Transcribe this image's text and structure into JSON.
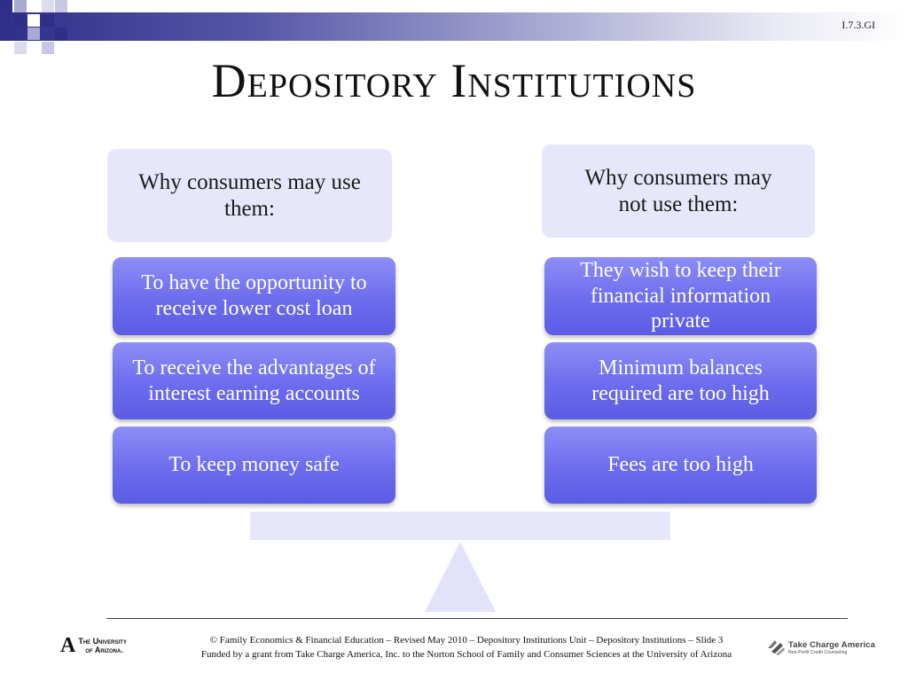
{
  "slide": {
    "code": "I.7.3.GI",
    "title": "Depository Institutions"
  },
  "left": {
    "heading": [
      "Why consumers may use",
      "them:"
    ],
    "items": [
      [
        "To have the opportunity to",
        "receive lower cost loan"
      ],
      [
        "To receive the advantages of",
        "interest earning accounts"
      ],
      [
        "To keep money safe"
      ]
    ]
  },
  "right": {
    "heading": [
      "Why consumers may",
      "not use them:"
    ],
    "items": [
      [
        "They wish to keep their",
        "financial information",
        "private"
      ],
      [
        "Minimum balances",
        "required are too high"
      ],
      [
        "Fees are too high"
      ]
    ]
  },
  "footer": {
    "line1": "© Family Economics & Financial Education – Revised May 2010 – Depository Institutions Unit – Depository Institutions – Slide 3",
    "line2": "Funded by a grant from Take Charge America, Inc. to the Norton School of Family and Consumer Sciences at the University of Arizona"
  },
  "logos": {
    "ua_line1": "The University",
    "ua_line2": "of Arizona.",
    "tc_name": "Take Charge America",
    "tc_tagline": "Non-Profit Credit Counseling"
  },
  "colors": {
    "header_dark": "#2f2f8a",
    "heading_box": "#e7e7fb",
    "item_box": "#6c6cee",
    "item_text": "#ffffff"
  }
}
